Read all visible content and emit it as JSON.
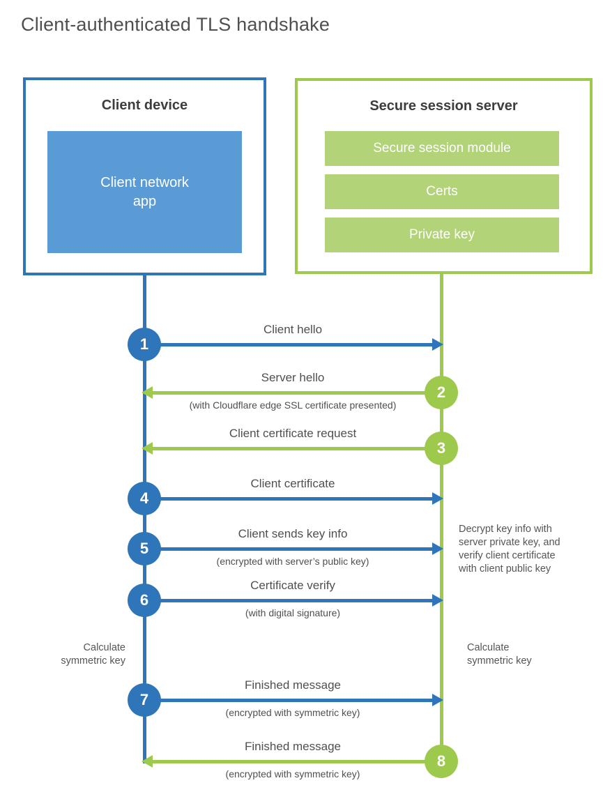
{
  "page_title": "Client-authenticated TLS handshake",
  "colors": {
    "blue": "#2e76b9",
    "blue_light": "#5b9bd5",
    "green": "#9dca4c",
    "green_light": "#b2d377",
    "text_gray": "#4f4f4f"
  },
  "client_box": {
    "title": "Client device",
    "modules": [
      "Client network\napp"
    ]
  },
  "server_box": {
    "title": "Secure session server",
    "modules": [
      "Secure session module",
      "Certs",
      "Private key"
    ]
  },
  "messages": [
    {
      "num": "1",
      "from": "client",
      "direction": "right",
      "label": "Client hello",
      "subtitle": ""
    },
    {
      "num": "2",
      "from": "server",
      "direction": "left",
      "label": "Server hello",
      "subtitle": "(with Cloudflare edge SSL certificate presented)"
    },
    {
      "num": "3",
      "from": "server",
      "direction": "left",
      "label": "Client certificate request",
      "subtitle": ""
    },
    {
      "num": "4",
      "from": "client",
      "direction": "right",
      "label": "Client certificate",
      "subtitle": ""
    },
    {
      "num": "5",
      "from": "client",
      "direction": "right",
      "label": "Client sends key info",
      "subtitle": "(encrypted with server’s public key)"
    },
    {
      "num": "6",
      "from": "client",
      "direction": "right",
      "label": "Certificate verify",
      "subtitle": "(with digital signature)"
    },
    {
      "num": "7",
      "from": "client",
      "direction": "right",
      "label": "Finished message",
      "subtitle": "(encrypted with symmetric key)"
    },
    {
      "num": "8",
      "from": "server",
      "direction": "left",
      "label": "Finished message",
      "subtitle": "(encrypted with symmetric key)"
    }
  ],
  "notes": {
    "decrypt": "Decrypt key info with\nserver private key, and\nverify client certificate\nwith client public key",
    "calc_left": "Calculate\nsymmetric key",
    "calc_right": "Calculate\nsymmetric key"
  }
}
